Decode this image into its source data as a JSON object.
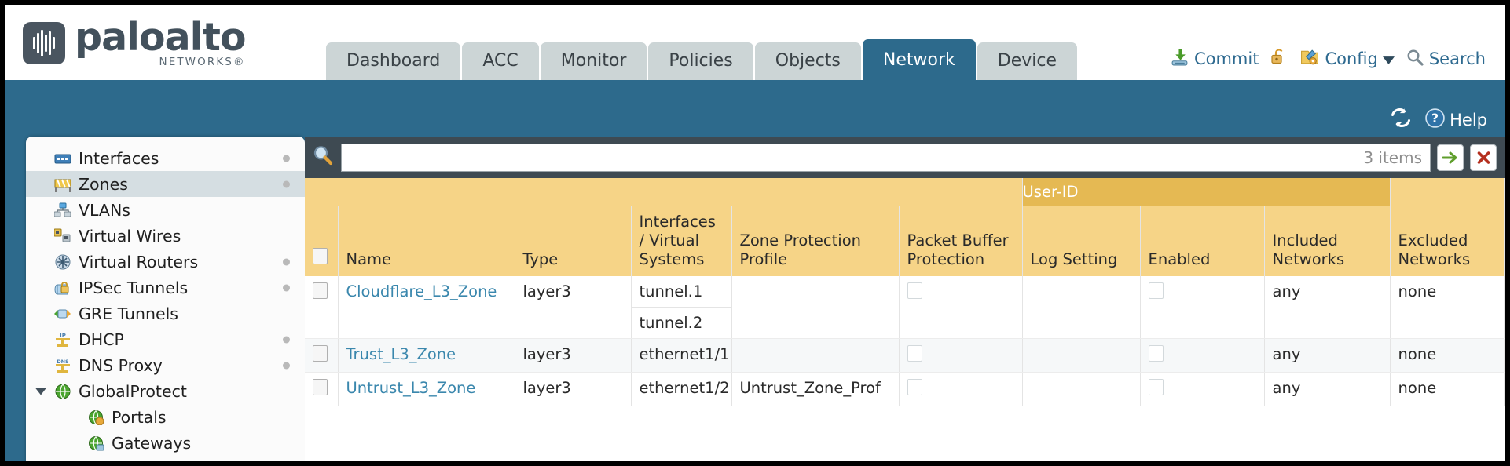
{
  "brand": {
    "name": "paloalto",
    "tagline": "NETWORKS®"
  },
  "tabs": [
    {
      "label": "Dashboard",
      "active": false
    },
    {
      "label": "ACC",
      "active": false
    },
    {
      "label": "Monitor",
      "active": false
    },
    {
      "label": "Policies",
      "active": false
    },
    {
      "label": "Objects",
      "active": false
    },
    {
      "label": "Network",
      "active": true
    },
    {
      "label": "Device",
      "active": false
    }
  ],
  "header_actions": {
    "commit": "Commit",
    "config": "Config",
    "search": "Search"
  },
  "band": {
    "help": "Help"
  },
  "sidebar": {
    "items": [
      {
        "label": "Interfaces",
        "icon": "interfaces-icon",
        "selected": false,
        "dot": true,
        "child": false,
        "arrow": false
      },
      {
        "label": "Zones",
        "icon": "zones-icon",
        "selected": true,
        "dot": true,
        "child": false,
        "arrow": false
      },
      {
        "label": "VLANs",
        "icon": "vlans-icon",
        "selected": false,
        "dot": false,
        "child": false,
        "arrow": false
      },
      {
        "label": "Virtual Wires",
        "icon": "virtual-wires-icon",
        "selected": false,
        "dot": false,
        "child": false,
        "arrow": false
      },
      {
        "label": "Virtual Routers",
        "icon": "virtual-routers-icon",
        "selected": false,
        "dot": true,
        "child": false,
        "arrow": false
      },
      {
        "label": "IPSec Tunnels",
        "icon": "ipsec-tunnels-icon",
        "selected": false,
        "dot": true,
        "child": false,
        "arrow": false
      },
      {
        "label": "GRE Tunnels",
        "icon": "gre-tunnels-icon",
        "selected": false,
        "dot": false,
        "child": false,
        "arrow": false
      },
      {
        "label": "DHCP",
        "icon": "dhcp-icon",
        "selected": false,
        "dot": true,
        "child": false,
        "arrow": false
      },
      {
        "label": "DNS Proxy",
        "icon": "dns-proxy-icon",
        "selected": false,
        "dot": true,
        "child": false,
        "arrow": false
      },
      {
        "label": "GlobalProtect",
        "icon": "globalprotect-icon",
        "selected": false,
        "dot": false,
        "child": false,
        "arrow": true
      },
      {
        "label": "Portals",
        "icon": "portals-icon",
        "selected": false,
        "dot": false,
        "child": true,
        "arrow": false
      },
      {
        "label": "Gateways",
        "icon": "gateways-icon",
        "selected": false,
        "dot": false,
        "child": true,
        "arrow": false
      }
    ]
  },
  "filter": {
    "value": "",
    "placeholder": "",
    "count_label": "3 items",
    "apply_icon": "green-arrow-icon",
    "clear_icon": "red-x-icon"
  },
  "table": {
    "group_header": {
      "label": "User-ID",
      "span": 3
    },
    "columns": [
      "Name",
      "Type",
      "Interfaces / Virtual Systems",
      "Zone Protection Profile",
      "Packet Buffer Protection",
      "Log Setting",
      "Enabled",
      "Included Networks",
      "Excluded Networks"
    ],
    "rows": [
      {
        "name": "Cloudflare_L3_Zone",
        "type": "layer3",
        "interfaces": [
          "tunnel.1",
          "tunnel.2"
        ],
        "zone_protection_profile": "",
        "packet_buffer_protection": false,
        "log_setting": "",
        "userid_enabled": false,
        "included_networks": "any",
        "excluded_networks": "none"
      },
      {
        "name": "Trust_L3_Zone",
        "type": "layer3",
        "interfaces": [
          "ethernet1/1"
        ],
        "zone_protection_profile": "",
        "packet_buffer_protection": false,
        "log_setting": "",
        "userid_enabled": false,
        "included_networks": "any",
        "excluded_networks": "none"
      },
      {
        "name": "Untrust_L3_Zone",
        "type": "layer3",
        "interfaces": [
          "ethernet1/2"
        ],
        "zone_protection_profile": "Untrust_Zone_Prof",
        "packet_buffer_protection": false,
        "log_setting": "",
        "userid_enabled": false,
        "included_networks": "any",
        "excluded_networks": "none"
      }
    ]
  },
  "colors": {
    "brand_blue": "#2d6a8c",
    "header_gold": "#f6d487",
    "group_gold": "#e5b953",
    "link_blue": "#3a87ad",
    "filter_bar": "#3e4a52"
  }
}
